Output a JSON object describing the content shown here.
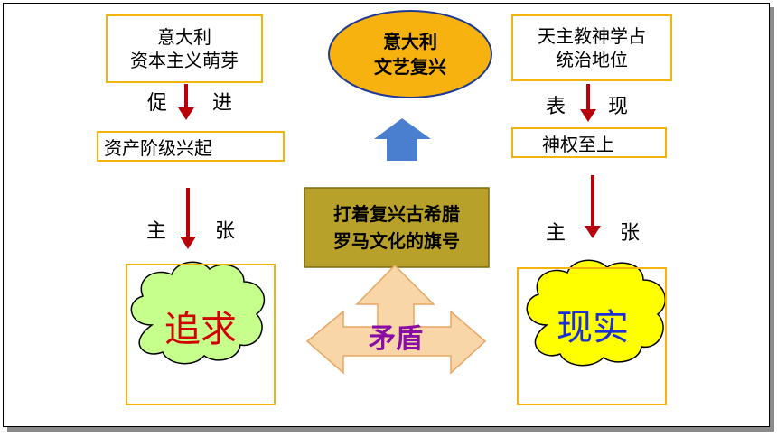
{
  "left": {
    "top_box": [
      "意大利",
      "资本主义萌芽"
    ],
    "promote": [
      "促",
      "进"
    ],
    "middle_box": "资产阶级兴起",
    "advocate": [
      "主",
      "张"
    ],
    "cloud": "追求"
  },
  "center": {
    "ellipse": [
      "意大利",
      "文艺复兴"
    ],
    "banner": [
      "打着复兴古希腊",
      "罗马文化的旗号"
    ],
    "conflict": "矛盾"
  },
  "right": {
    "top_box": [
      "天主教神学占",
      "统治地位"
    ],
    "manifest": [
      "表",
      "现"
    ],
    "middle_box": "神权至上",
    "advocate": [
      "主",
      "张"
    ],
    "cloud": "现实"
  },
  "colors": {
    "box_border": "#f2b40c",
    "red_arrow": "#b8000b",
    "ellipse_fill": "#f8b20f",
    "up_arrow": "#4a7fd0",
    "banner_fill": "#b8a12a",
    "left_cloud": "#c6ff8c",
    "right_cloud": "#ffff00",
    "triple_arrow": "#f9d6a8",
    "conflict_text": "#8a0ea6"
  }
}
